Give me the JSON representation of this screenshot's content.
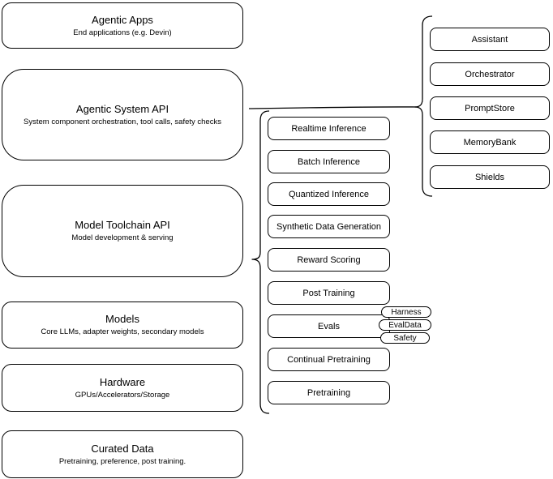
{
  "colors": {
    "background": "#ffffff",
    "stroke": "#000000",
    "text": "#000000"
  },
  "left_column": {
    "boxes": [
      {
        "title": "Agentic Apps",
        "subtitle": "End applications (e.g. Devin)"
      },
      {
        "title": "Agentic System API",
        "subtitle": "System component orchestration, tool calls, safety checks"
      },
      {
        "title": "Model Toolchain API",
        "subtitle": "Model development & serving"
      },
      {
        "title": "Models",
        "subtitle": "Core LLMs, adapter weights, secondary models"
      },
      {
        "title": "Hardware",
        "subtitle": "GPUs/Accelerators/Storage"
      },
      {
        "title": "Curated Data",
        "subtitle": "Pretraining, preference, post training."
      }
    ]
  },
  "toolchain_column": {
    "boxes": [
      {
        "label": "Realtime Inference"
      },
      {
        "label": "Batch Inference"
      },
      {
        "label": "Quantized Inference"
      },
      {
        "label": "Synthetic Data Generation"
      },
      {
        "label": "Reward Scoring"
      },
      {
        "label": "Post Training"
      },
      {
        "label": "Evals"
      },
      {
        "label": "Continual Pretraining"
      },
      {
        "label": "Pretraining"
      }
    ],
    "eval_pills": [
      {
        "label": "Harness"
      },
      {
        "label": "EvalData"
      },
      {
        "label": "Safety"
      }
    ]
  },
  "system_column": {
    "boxes": [
      {
        "label": "Assistant"
      },
      {
        "label": "Orchestrator"
      },
      {
        "label": "PromptStore"
      },
      {
        "label": "MemoryBank"
      },
      {
        "label": "Shields"
      }
    ]
  }
}
